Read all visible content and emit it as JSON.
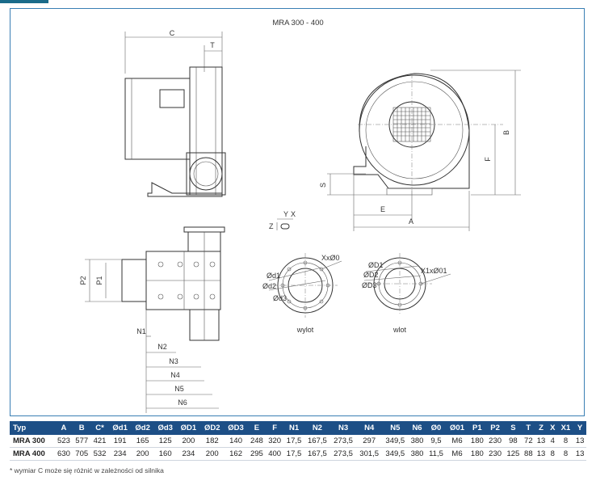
{
  "title": "MRA 300 - 400",
  "labels": {
    "C": "C",
    "T": "T",
    "B": "B",
    "F": "F",
    "S": "S",
    "E": "E",
    "A": "A",
    "P1": "P1",
    "P2": "P2",
    "N1": "N1",
    "N2": "N2",
    "N3": "N3",
    "N4": "N4",
    "N5": "N5",
    "N6": "N6",
    "Z": "Z",
    "Y": "Y",
    "X": "X",
    "od1": "Ød1",
    "od2": "Ød2",
    "od3": "Ød3",
    "xxo0": "XxØ0",
    "oD1": "ØD1",
    "oD2": "ØD2",
    "oD3": "ØD3",
    "x1xo01": "X1xØ01",
    "wylot": "wylot",
    "wlot": "wlot"
  },
  "table": {
    "headers": [
      "Typ",
      "A",
      "B",
      "C*",
      "Ød1",
      "Ød2",
      "Ød3",
      "ØD1",
      "ØD2",
      "ØD3",
      "E",
      "F",
      "N1",
      "N2",
      "N3",
      "N4",
      "N5",
      "N6",
      "Ø0",
      "Ø01",
      "P1",
      "P2",
      "S",
      "T",
      "Z",
      "X",
      "X1",
      "Y"
    ],
    "rows": [
      [
        "MRA 300",
        "523",
        "577",
        "421",
        "191",
        "165",
        "125",
        "200",
        "182",
        "140",
        "248",
        "320",
        "17,5",
        "167,5",
        "273,5",
        "297",
        "349,5",
        "380",
        "9,5",
        "M6",
        "180",
        "230",
        "98",
        "72",
        "13",
        "4",
        "8",
        "13"
      ],
      [
        "MRA 400",
        "630",
        "705",
        "532",
        "234",
        "200",
        "160",
        "234",
        "200",
        "162",
        "295",
        "400",
        "17,5",
        "167,5",
        "273,5",
        "301,5",
        "349,5",
        "380",
        "11,5",
        "M6",
        "180",
        "230",
        "125",
        "88",
        "13",
        "8",
        "8",
        "13"
      ]
    ]
  },
  "footnote": "* wymiar C może się różnić w zależności od silnika"
}
